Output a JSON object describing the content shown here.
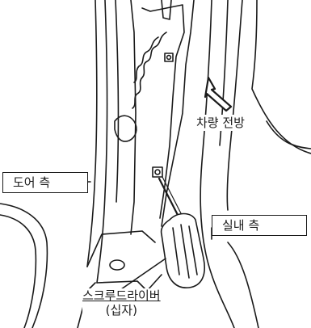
{
  "labels": {
    "door_side": "도어 측",
    "vehicle_forward": "차량 전방",
    "interior_side": "실내 측",
    "screwdriver": "스크루드라이버",
    "screwdriver_type": "(십자)"
  },
  "colors": {
    "line": "#1a1a1a",
    "background": "#ffffff"
  },
  "icons": {
    "forward_arrow": "arrow-icon"
  }
}
